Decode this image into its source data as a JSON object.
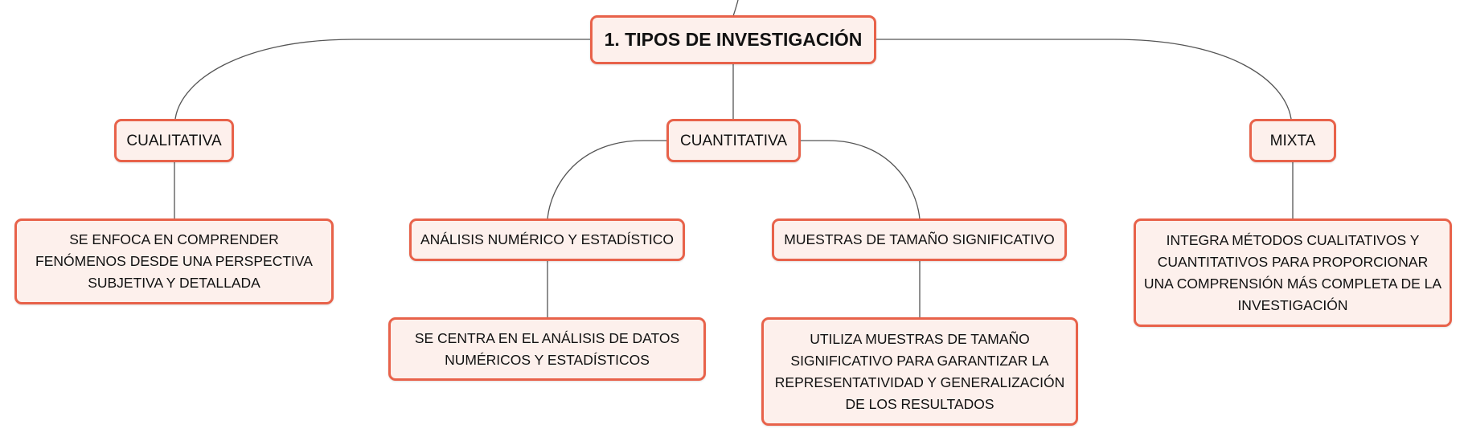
{
  "root": {
    "label": "1. TIPOS DE INVESTIGACIÓN"
  },
  "branches": {
    "cualitativa": {
      "label": "CUALITATIVA",
      "description": "SE ENFOCA EN COMPRENDER FENÓMENOS DESDE UNA PERSPECTIVA SUBJETIVA Y DETALLADA"
    },
    "cuantitativa": {
      "label": "CUANTITATIVA",
      "analisis": {
        "label": "ANÁLISIS NUMÉRICO Y ESTADÍSTICO",
        "description": "SE CENTRA EN EL ANÁLISIS DE DATOS NUMÉRICOS Y ESTADÍSTICOS"
      },
      "muestras": {
        "label": "MUESTRAS DE TAMAÑO SIGNIFICATIVO",
        "description": "UTILIZA MUESTRAS DE TAMAÑO SIGNIFICATIVO PARA GARANTIZAR LA REPRESENTATIVIDAD Y GENERALIZACIÓN DE LOS RESULTADOS"
      }
    },
    "mixta": {
      "label": "MIXTA",
      "description": "INTEGRA MÉTODOS CUALITATIVOS Y CUANTITATIVOS PARA PROPORCIONAR UNA COMPRENSIÓN MÁS COMPLETA DE LA INVESTIGACIÓN"
    }
  },
  "colors": {
    "node_border": "#e8624a",
    "node_fill": "#fdf0ec",
    "connector": "#555555"
  }
}
